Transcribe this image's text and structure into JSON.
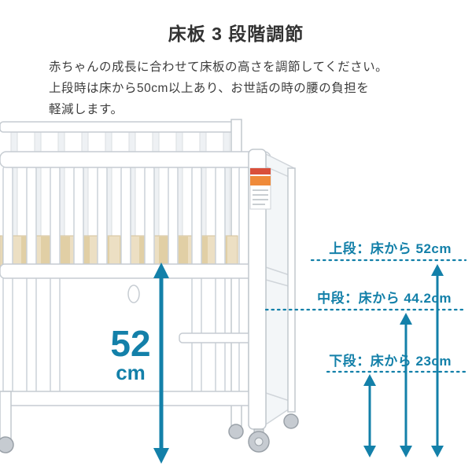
{
  "header": {
    "title": "床板 3 段階調節"
  },
  "description": {
    "lines": [
      "赤ちゃんの成長に合わせて床板の高さを調節してください。",
      "上段時は床から50cm以上あり、お世話の時の腰の負担を",
      "軽減します。"
    ]
  },
  "annotations": {
    "upper": {
      "label": "上段：床から 52cm"
    },
    "middle": {
      "label": "中段：床から 44.2cm"
    },
    "lower": {
      "label": "下段：床から 23cm"
    },
    "highlight": {
      "value": "52",
      "unit": "cm"
    }
  },
  "colors": {
    "accent": "#1380a9",
    "heading": "#323232",
    "body": "#3d3d3d"
  }
}
